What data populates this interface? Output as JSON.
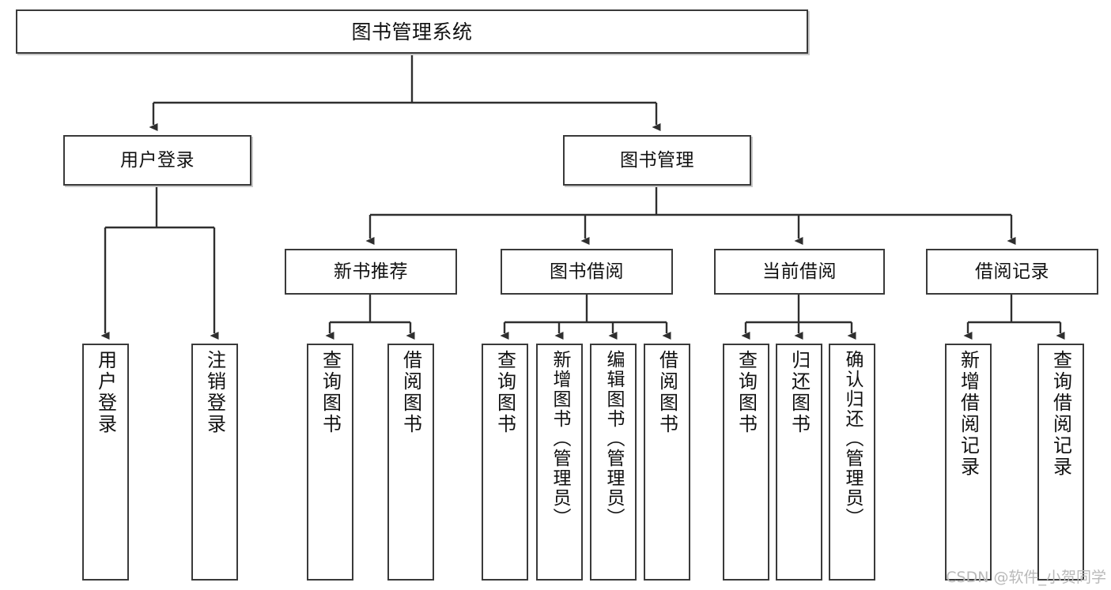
{
  "diagram": {
    "type": "tree-hierarchy",
    "title": "图书管理系统",
    "root": {
      "id": "root",
      "label": "图书管理系统"
    },
    "level2": [
      {
        "id": "user-login",
        "label": "用户登录"
      },
      {
        "id": "book-manage",
        "label": "图书管理"
      }
    ],
    "level3": [
      {
        "id": "new-book-rec",
        "label": "新书推荐",
        "parent": "book-manage"
      },
      {
        "id": "book-borrow",
        "label": "图书借阅",
        "parent": "book-manage"
      },
      {
        "id": "current-borrow",
        "label": "当前借阅",
        "parent": "book-manage"
      },
      {
        "id": "borrow-record",
        "label": "借阅记录",
        "parent": "book-manage"
      }
    ],
    "leaves": {
      "user_login": [
        {
          "id": "leaf-user-login",
          "label": "用户登录"
        },
        {
          "id": "leaf-logout",
          "label": "注销登录"
        }
      ],
      "new_book_rec": [
        {
          "id": "leaf-query-book-1",
          "label": "查询图书"
        },
        {
          "id": "leaf-borrow-book-1",
          "label": "借阅图书"
        }
      ],
      "book_borrow": [
        {
          "id": "leaf-query-book-2",
          "label": "查询图书"
        },
        {
          "id": "leaf-add-book",
          "label": "新增图书（管理员）"
        },
        {
          "id": "leaf-edit-book",
          "label": "编辑图书（管理员）"
        },
        {
          "id": "leaf-borrow-book-2",
          "label": "借阅图书"
        }
      ],
      "current_borrow": [
        {
          "id": "leaf-query-book-3",
          "label": "查询图书"
        },
        {
          "id": "leaf-return-book",
          "label": "归还图书"
        },
        {
          "id": "leaf-confirm-return",
          "label": "确认归还（管理员）"
        }
      ],
      "borrow_record": [
        {
          "id": "leaf-add-record",
          "label": "新增借阅记录"
        },
        {
          "id": "leaf-query-record",
          "label": "查询借阅记录"
        }
      ]
    }
  },
  "watermark": {
    "text": "CSDN @软件_小贺同学"
  },
  "colors": {
    "stroke": "#3a3a3a",
    "background": "#ffffff",
    "text": "#111111",
    "watermark": "#b9b9b9",
    "shadow": "#c9c9c9"
  }
}
